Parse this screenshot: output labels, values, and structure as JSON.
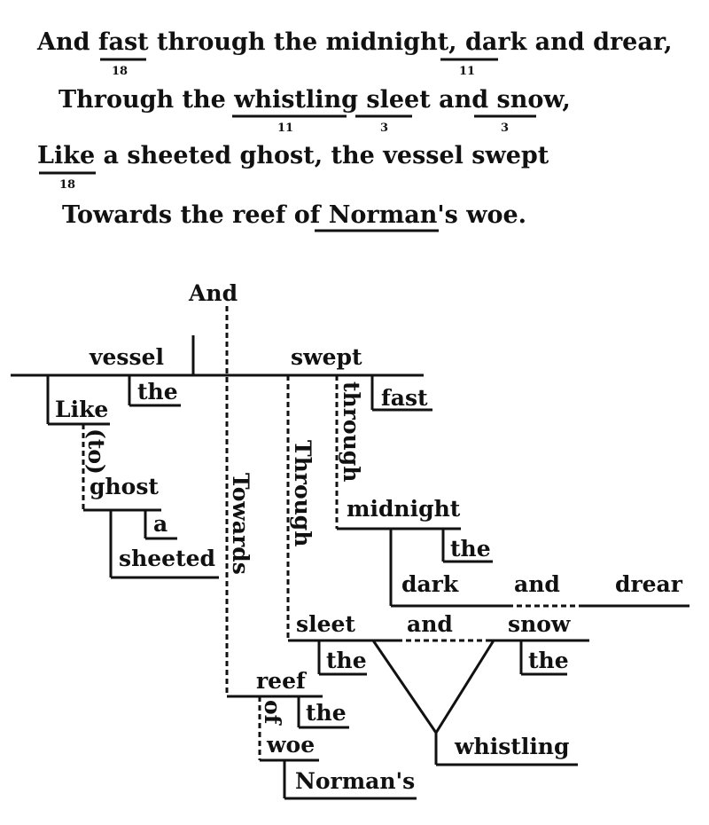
{
  "poem": {
    "line1": "And fast through the midnight, dark and drear,",
    "line2": "Through the whistling sleet and snow,",
    "line3": "Like a sheeted ghost, the vessel swept",
    "line4": "Towards the reef of Norman's woe.",
    "num_fast": "18",
    "num_dark": "11",
    "num_whistling": "11",
    "num_sleet": "3",
    "num_snow": "3",
    "num_like": "18"
  },
  "diagram": {
    "and_top": "And",
    "vessel": "vessel",
    "swept": "swept",
    "the_vessel": "the",
    "like": "Like",
    "to": "(to)",
    "ghost": "ghost",
    "a": "a",
    "sheeted": "sheeted",
    "towards": "Towards",
    "through_1": "Through",
    "through_2": "through",
    "fast": "fast",
    "midnight": "midnight",
    "the_midnight": "the",
    "dark": "dark",
    "and_dark": "and",
    "drear": "drear",
    "sleet": "sleet",
    "and_sleet": "and",
    "snow": "snow",
    "the_sleet": "the",
    "the_snow": "the",
    "whistling": "whistling",
    "reef": "reef",
    "the_reef": "the",
    "of": "of",
    "woe": "woe",
    "normans": "Norman's"
  }
}
